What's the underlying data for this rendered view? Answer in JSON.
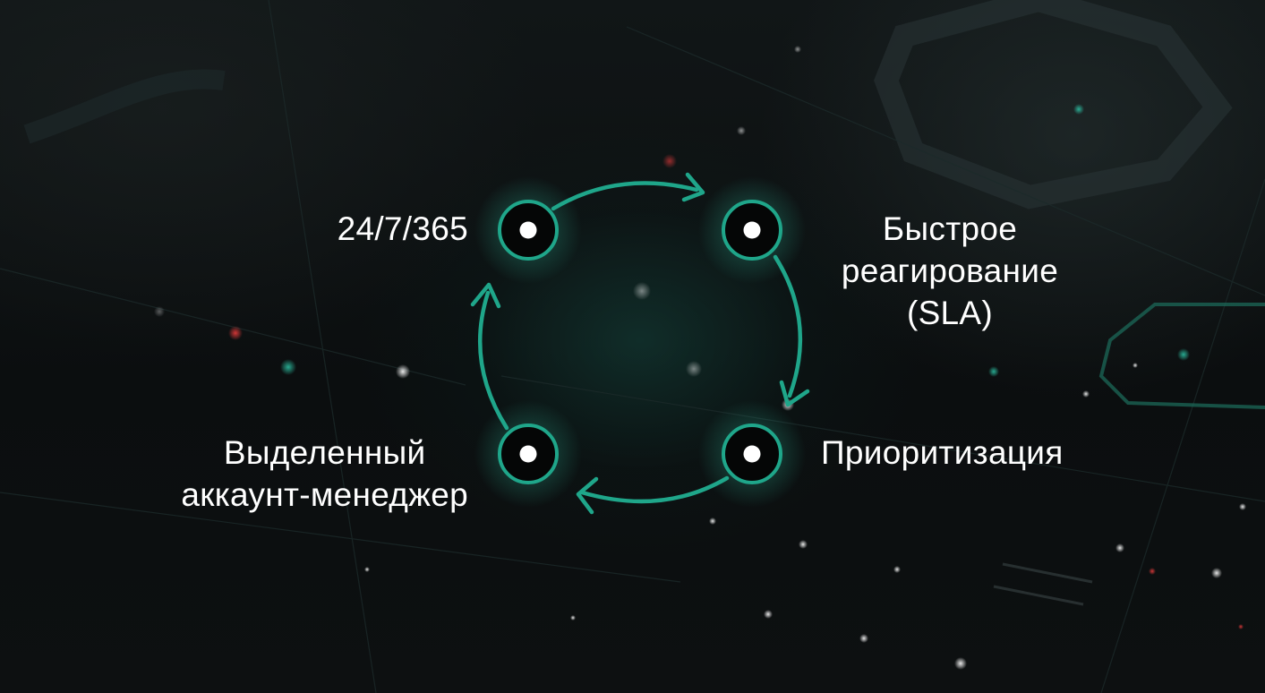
{
  "diagram": {
    "nodes": [
      {
        "id": "top-left",
        "lines": [
          "24/7/365"
        ]
      },
      {
        "id": "top-right",
        "lines": [
          "Быстрое",
          "реагирование",
          "(SLA)"
        ]
      },
      {
        "id": "bottom-right",
        "lines": [
          "Приоритизация"
        ]
      },
      {
        "id": "bottom-left",
        "lines": [
          "Выделенный",
          "аккаунт-менеджер"
        ]
      }
    ],
    "flow": "clockwise"
  },
  "colors": {
    "accent": "#1fa68a",
    "node_fill": "#050606",
    "dot": "#ffffff",
    "text": "#ffffff",
    "background": "#0b0f10"
  }
}
